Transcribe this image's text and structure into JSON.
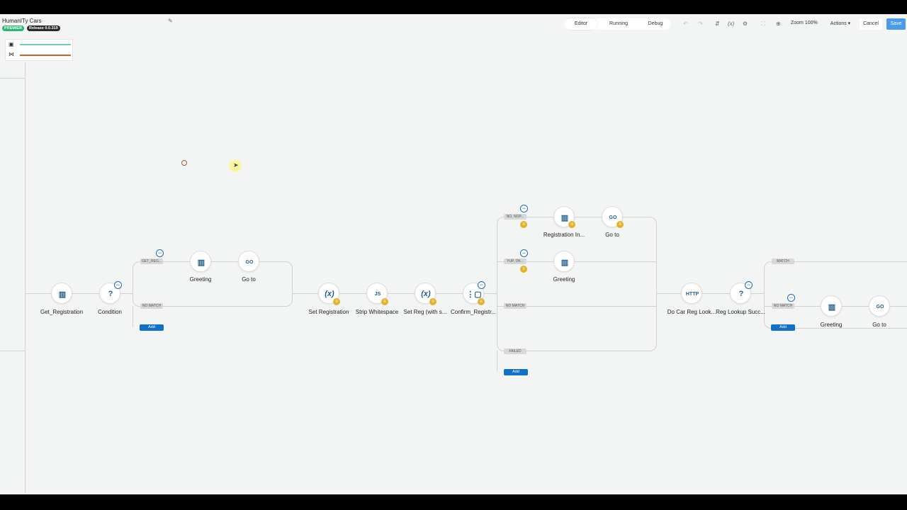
{
  "header": {
    "app_name": "HumanITy Cars",
    "badge_premier": "PREMIER",
    "badge_release": "Release 0.0.319",
    "modes": [
      "Editor",
      "Running",
      "Debug"
    ],
    "zoom_label": "Zoom 100%",
    "actions_label": "Actions ▾",
    "cancel_label": "Cancel",
    "save_label": "Save",
    "colors": {
      "save": "#4c9be8",
      "premier": "#2bb673"
    }
  },
  "legend": {
    "line_colors": [
      "#6fd1a6",
      "#d2611f"
    ]
  },
  "nodes": {
    "get_registration": "Get_Registration",
    "condition": "Condition",
    "greeting_1": "Greeting",
    "goto_1": "Go to",
    "set_registration": "Set Registration",
    "strip_whitespace": "Strip Whitespace",
    "set_reg_with": "Set Reg (with s...",
    "confirm_registration": "Confirm_Registr...",
    "registration_in": "Registration In...",
    "goto_2": "Go to",
    "greeting_2": "Greeting",
    "do_car_reg_lookup": "Do Car Reg Look...",
    "reg_lookup_success": "Reg Lookup Succ...",
    "greeting_3": "Greeting",
    "goto_3": "Go to"
  },
  "branches": {
    "get_reg": "GET_REG...",
    "no_match_1": "NO MATCH",
    "no_nop": "NO, NOP...",
    "yup_ok": "YUP, OK...",
    "no_match_2": "NO MATCH",
    "failed": "FAILED",
    "match": "MATCH",
    "no_match_3": "NO MATCH",
    "add": "Add"
  },
  "icons": {
    "voice": "▥",
    "condition": "?",
    "goto": "GO",
    "variable": "(x)",
    "script": "JS",
    "http": "HTTP",
    "confirm": "⋮▢",
    "gear": "≡",
    "minus": "−"
  }
}
